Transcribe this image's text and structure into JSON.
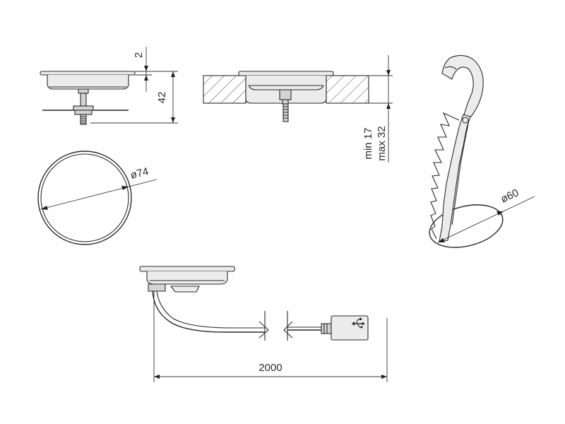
{
  "dimensions": {
    "lid_thickness": "2",
    "overall_height": "42",
    "diameter_cover": "ø74",
    "worktop_min": "min 17",
    "worktop_max": "max 32",
    "hole_diameter": "ø60",
    "cable_length": "2000"
  },
  "icons": {
    "usb": "usb-icon"
  }
}
